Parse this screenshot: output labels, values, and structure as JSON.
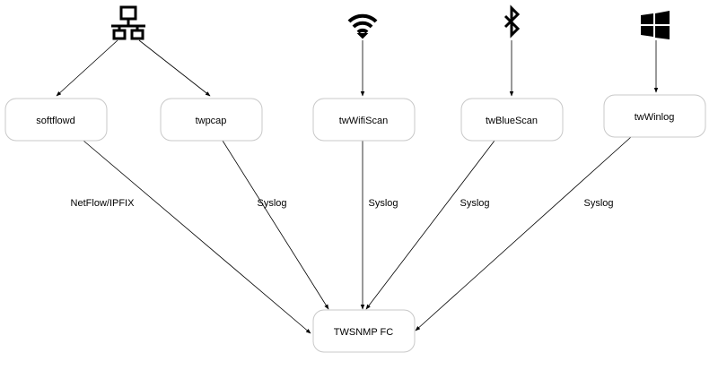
{
  "colors": {
    "node_fill": "#ffffff",
    "node_stroke": "#c8c8c8",
    "edge": "#000000",
    "icon": "#000000"
  },
  "sources": [
    {
      "icon": "network-icon"
    },
    {
      "icon": "wifi-icon"
    },
    {
      "icon": "bluetooth-icon"
    },
    {
      "icon": "windows-icon"
    }
  ],
  "nodes": {
    "softflowd": "softflowd",
    "twpcap": "twpcap",
    "twwifiscan": "twWifiScan",
    "twbluescan": "twBlueScan",
    "twwinlog": "twWinlog",
    "twsnmp": "TWSNMP FC"
  },
  "edge_labels": {
    "softflowd": "NetFlow/IPFIX",
    "twpcap": "Syslog",
    "twwifiscan": "Syslog",
    "twbluescan": "Syslog",
    "twwinlog": "Syslog"
  }
}
